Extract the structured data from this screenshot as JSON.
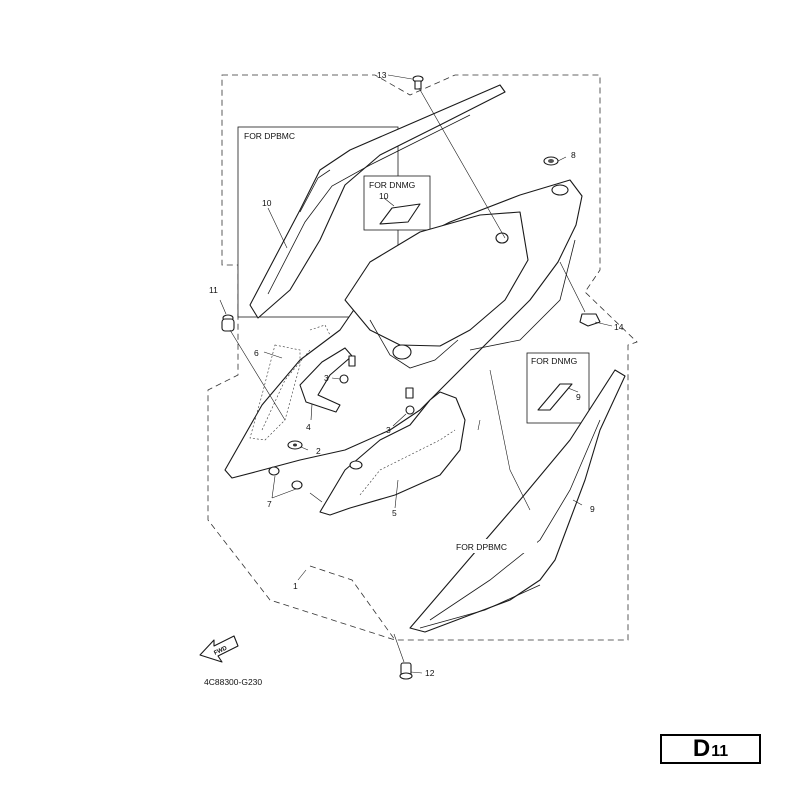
{
  "diagram": {
    "callouts": {
      "c1": "1",
      "c2": "2",
      "c3a": "3",
      "c3b": "3",
      "c4": "4",
      "c5": "5",
      "c6": "6",
      "c7": "7",
      "c8": "8",
      "c9a": "9",
      "c9b": "9",
      "c10a": "10",
      "c10b": "10",
      "c11": "11",
      "c12": "12",
      "c13": "13",
      "c14": "14"
    },
    "variant_boxes": {
      "upper_left": "FOR DPBMC",
      "upper_mid": "FOR DNMG",
      "right_mid": "FOR DNMG",
      "lower_right": "FOR DPBMC"
    },
    "fwd_label": "FWD",
    "drawing_code": "4C88300-G230",
    "page_badge": {
      "letter": "D",
      "number": "11"
    }
  }
}
